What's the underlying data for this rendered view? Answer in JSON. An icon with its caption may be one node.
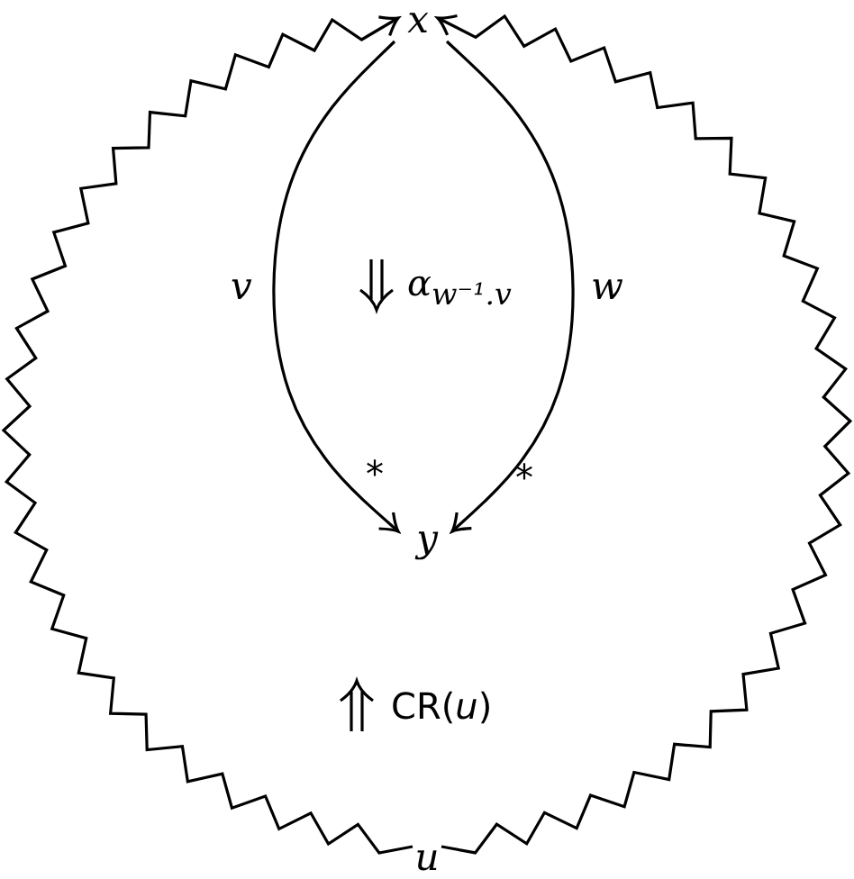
{
  "diagram": {
    "nodes": [
      {
        "text": [
          "x"
        ]
      },
      {
        "text": [
          "y"
        ]
      },
      {
        "text": [
          "u"
        ]
      }
    ],
    "edges": [
      {
        "from": 0,
        "to": 1,
        "arrow": "to",
        "label": "v"
      },
      {
        "from": 0,
        "to": 1,
        "arrow": "to",
        "label": "w"
      },
      {
        "from": 2,
        "to": 0,
        "arrow": "to"
      },
      {
        "from": 2,
        "to": 0,
        "arrow": "to"
      }
    ],
    "labels": [
      "*",
      "*",
      "α$_{w⁻¹.v}$",
      "CR(*u*)"
    ]
  }
}
